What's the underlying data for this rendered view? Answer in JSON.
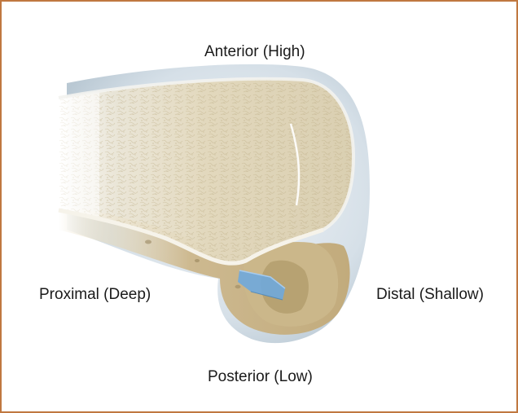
{
  "labels": {
    "anterior": "Anterior (High)",
    "proximal": "Proximal (Deep)",
    "distal": "Distal (Shallow)",
    "posterior": "Posterior (Low)"
  },
  "colors": {
    "frame_border": "#c07840",
    "cartilage_surface": "#dfe7ee",
    "cancellous_bone": "#d8ccaa",
    "bone_shaft": "#cdb990",
    "graft_marker": "#6fa8dc"
  },
  "figure": {
    "subject": "femoral-condyle-cross-section",
    "marker": "blue-graft-plug"
  }
}
